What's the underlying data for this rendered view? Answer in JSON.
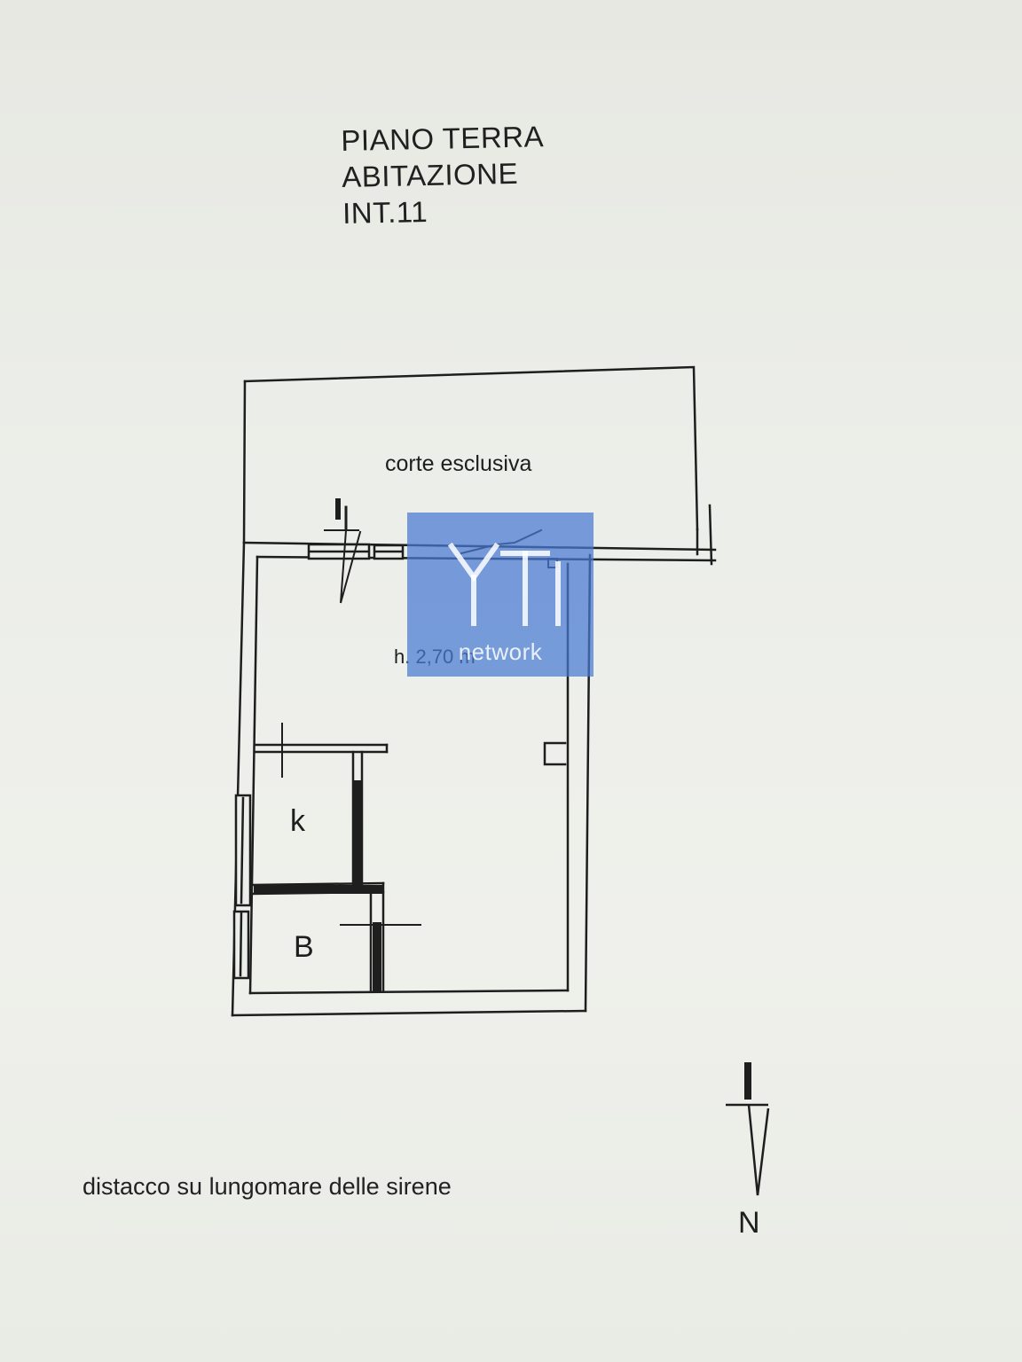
{
  "header": {
    "line1": "PIANO TERRA",
    "line2": "ABITAZIONE",
    "line3": "INT.11"
  },
  "plan": {
    "yard_label": "corte esclusiva",
    "ceiling_height": "h. 2,70 m",
    "kitchen_label": "k",
    "bathroom_label": "B"
  },
  "watermark": {
    "brand_text": "network"
  },
  "compass": {
    "label": "N"
  },
  "footer": {
    "note": "distacco su lungomare delle sirene"
  },
  "colors": {
    "ink": "#1e1e1e",
    "paper": "#eceee9",
    "watermark_blue": "#487ad2"
  }
}
